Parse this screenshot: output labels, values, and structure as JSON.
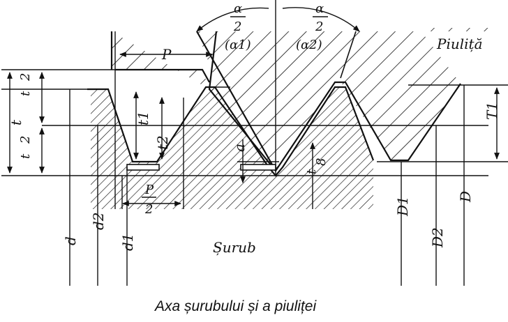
{
  "labels": {
    "nut": "Piuliță",
    "screw": "Șurub",
    "pitch": "P",
    "alpha": "α",
    "two": "2",
    "alpha1": "(α1)",
    "alpha2": "(α2)",
    "half_pitch_num": "P",
    "half_pitch_den": "2",
    "t": "t",
    "t_num": "t",
    "t_den": "2",
    "t1": "t1",
    "t2": "t2",
    "a": "a",
    "t8_num": "t",
    "t8_den": "8",
    "T1": "T1",
    "d": "d",
    "d1": "d1",
    "d2": "d2",
    "D": "D",
    "D1": "D1",
    "D2": "D2"
  },
  "caption": "Axa șurubului și a piuliței",
  "colors": {
    "ink": "#111111",
    "paper": "#ffffff"
  }
}
